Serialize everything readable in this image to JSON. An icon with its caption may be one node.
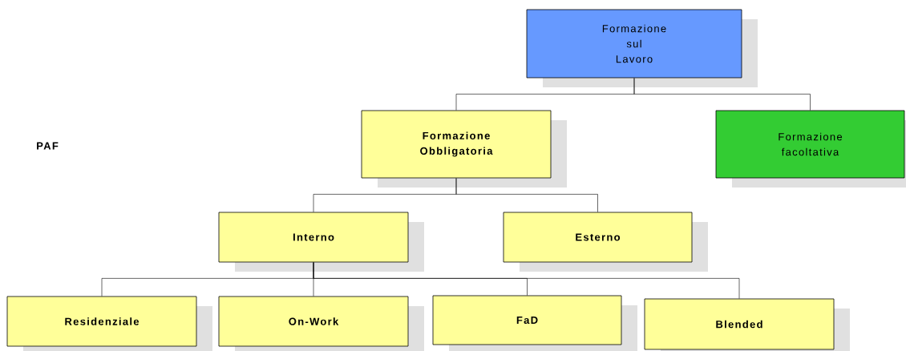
{
  "diagram": {
    "nodes": [
      {
        "text": [
          "Formazione sul Lavoro"
        ]
      },
      {
        "text": [
          "Formazione Obbligatoria"
        ]
      },
      {
        "text": [
          "Formazione facoltativa"
        ]
      },
      {
        "text": [
          "Interno"
        ]
      },
      {
        "text": [
          "Esterno"
        ]
      },
      {
        "text": [
          "Residenziale"
        ]
      },
      {
        "text": [
          "On-Work"
        ]
      },
      {
        "text": [
          "FaD"
        ]
      },
      {
        "text": [
          "Blended"
        ]
      }
    ],
    "edges": [
      {
        "from": 0,
        "to": 1,
        "arrow": "none"
      },
      {
        "from": 0,
        "to": 2,
        "arrow": "none"
      },
      {
        "from": 1,
        "to": 3,
        "arrow": "none"
      },
      {
        "from": 1,
        "to": 4,
        "arrow": "none"
      },
      {
        "from": 3,
        "to": 5,
        "arrow": "none"
      },
      {
        "from": 3,
        "to": 6,
        "arrow": "none"
      },
      {
        "from": 3,
        "to": 7,
        "arrow": "none"
      },
      {
        "from": 3,
        "to": 8,
        "arrow": "none"
      }
    ],
    "labels": [
      "PAF"
    ]
  }
}
